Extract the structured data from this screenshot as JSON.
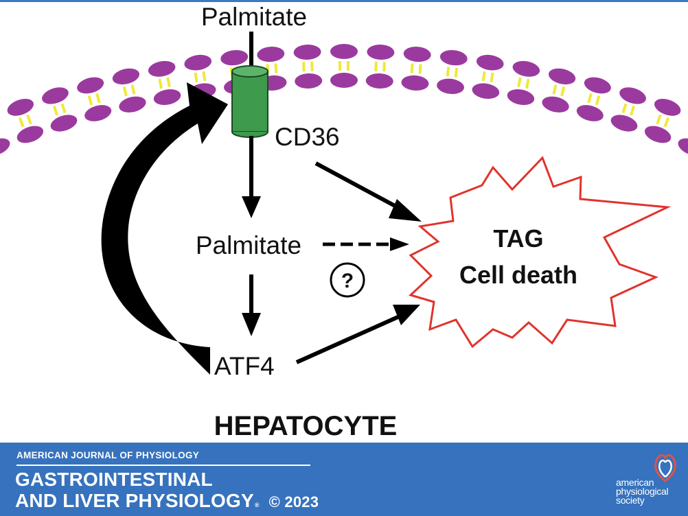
{
  "diagram": {
    "labels": {
      "palmitate_outside": "Palmitate",
      "receptor": "CD36",
      "palmitate_inside": "Palmitate",
      "question": "?",
      "atf4": "ATF4",
      "outcome_line1": "TAG",
      "outcome_line2": "Cell death",
      "cell_type": "HEPATOCYTE"
    },
    "colors": {
      "lipid_head": "#9b3a9e",
      "lipid_tail": "#f0e83a",
      "receptor_fill": "#3e9a4d",
      "burst_outline": "#e0332b",
      "arrow": "#000000"
    },
    "connections": [
      {
        "from": "Palmitate (outside)",
        "to": "CD36",
        "style": "solid line"
      },
      {
        "from": "CD36",
        "to": "Palmitate (inside)",
        "style": "solid arrow"
      },
      {
        "from": "CD36",
        "to": "TAG / Cell death",
        "style": "solid arrow"
      },
      {
        "from": "Palmitate (inside)",
        "to": "TAG / Cell death",
        "style": "dashed arrow"
      },
      {
        "from": "Palmitate (inside)",
        "to": "ATF4",
        "style": "solid arrow"
      },
      {
        "from": "ATF4",
        "to": "TAG / Cell death",
        "style": "solid arrow"
      },
      {
        "from": "ATF4",
        "to": "CD36",
        "style": "thick curved arrow"
      }
    ]
  },
  "footer": {
    "series": "AMERICAN JOURNAL OF PHYSIOLOGY",
    "journal_line1": "GASTROINTESTINAL",
    "journal_line2": "AND LIVER PHYSIOLOGY",
    "trademark": "®",
    "copyright": "© 2023",
    "society_line1": "american",
    "society_line2": "physiological",
    "society_line3": "society",
    "colors": {
      "band": "#3672bd",
      "text": "#ffffff",
      "logo_accent": "#e0524a"
    }
  }
}
